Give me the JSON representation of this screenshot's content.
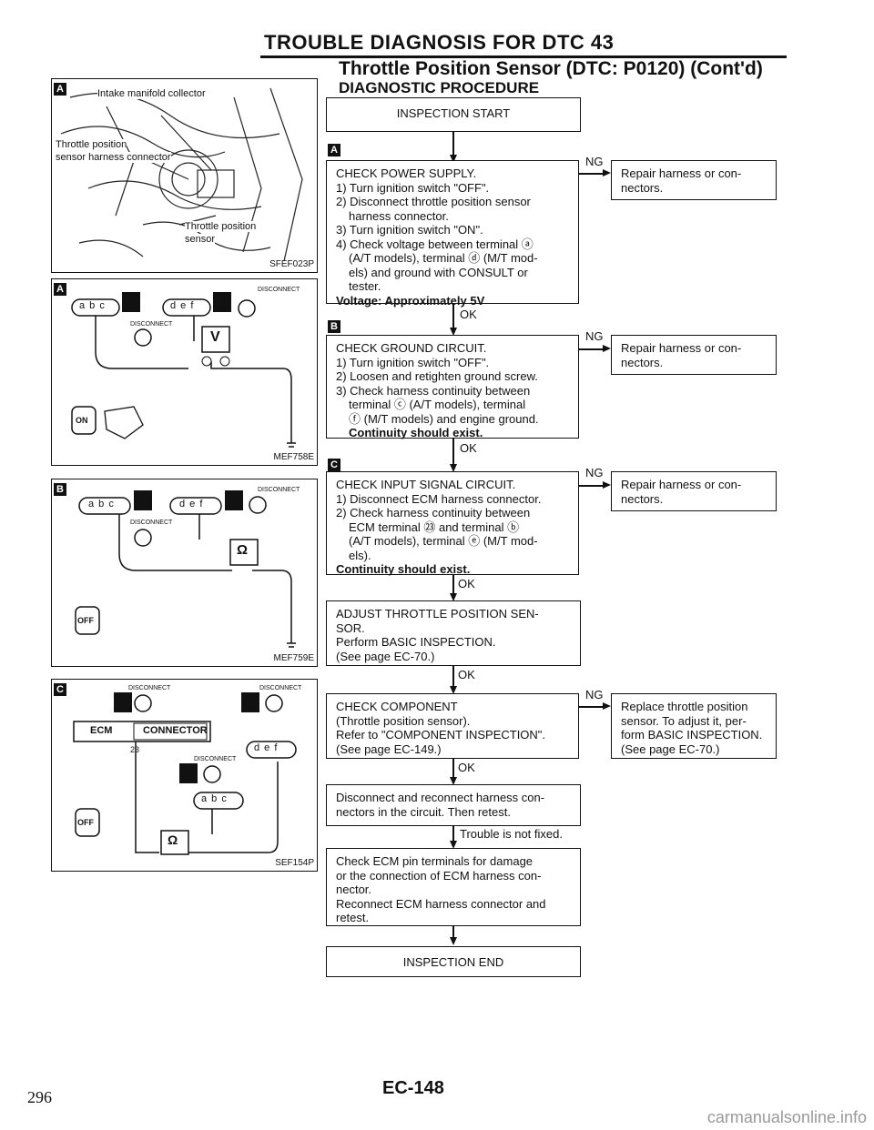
{
  "header": {
    "title": "TROUBLE DIAGNOSIS FOR DTC 43",
    "subtitle": "Throttle Position Sensor (DTC: P0120) (Cont'd)",
    "section": "DIAGNOSTIC PROCEDURE"
  },
  "figures": [
    {
      "marker": "A",
      "code": "SFEF023P",
      "labels": [
        "Intake manifold collector",
        "Throttle position",
        "sensor harness connector",
        "Throttle position",
        "sensor"
      ]
    },
    {
      "marker": "A",
      "code": "MEF758E",
      "labels": [
        "DISCONNECT",
        "DISCONNECT",
        "V"
      ],
      "connector_pins_left": "a b c",
      "connector_pins_right": "d e f",
      "switch": "ON"
    },
    {
      "marker": "B",
      "code": "MEF759E",
      "labels": [
        "DISCONNECT",
        "DISCONNECT",
        "Ω"
      ],
      "connector_pins_left": "a b c",
      "connector_pins_right": "d e f",
      "switch": "OFF"
    },
    {
      "marker": "C",
      "code": "SEF154P",
      "labels": [
        "DISCONNECT",
        "DISCONNECT",
        "DISCONNECT",
        "ECM",
        "CONNECTOR",
        "23",
        "Ω"
      ],
      "connector_pins_left": "a b c",
      "connector_pins_right": "d e f",
      "switch": "OFF"
    }
  ],
  "flow": {
    "start": "INSPECTION START",
    "step_a": {
      "marker": "A",
      "lines": [
        "CHECK POWER SUPPLY.",
        "1) Turn ignition switch \"OFF\".",
        "2) Disconnect throttle position sensor",
        "    harness connector.",
        "3) Turn ignition switch \"ON\".",
        "4) Check voltage between terminal ⓐ",
        "    (A/T models), terminal ⓓ (M/T mod-",
        "    els) and ground with CONSULT or",
        "    tester."
      ],
      "spec": "Voltage: Approximately 5V"
    },
    "step_b": {
      "marker": "B",
      "lines": [
        "CHECK GROUND CIRCUIT.",
        "1) Turn ignition switch \"OFF\".",
        "2) Loosen and retighten ground screw.",
        "3) Check harness continuity between",
        "    terminal ⓒ (A/T models), terminal",
        "    ⓕ (M/T models) and engine ground."
      ],
      "spec": "Continuity should exist."
    },
    "step_c": {
      "marker": "C",
      "lines": [
        "CHECK INPUT SIGNAL CIRCUIT.",
        "1) Disconnect ECM harness connector.",
        "2) Check harness continuity between",
        "    ECM terminal ㉓ and terminal ⓑ",
        "    (A/T models), terminal ⓔ (M/T mod-",
        "    els)."
      ],
      "spec": "Continuity should exist."
    },
    "step_adjust": {
      "lines": [
        "ADJUST THROTTLE POSITION SEN-",
        "SOR.",
        "Perform BASIC INSPECTION.",
        "(See page EC-70.)"
      ]
    },
    "step_component": {
      "lines": [
        "CHECK COMPONENT",
        "(Throttle position sensor).",
        "Refer to \"COMPONENT INSPECTION\".",
        "(See page EC-149.)"
      ]
    },
    "step_reconnect": {
      "lines": [
        "Disconnect and reconnect harness con-",
        "nectors in the circuit. Then retest."
      ]
    },
    "step_ecm": {
      "lines": [
        "Check ECM pin terminals for damage",
        "or the connection of ECM harness con-",
        "nector.",
        "Reconnect ECM harness connector and",
        "retest."
      ]
    },
    "end": "INSPECTION END",
    "ok": "OK",
    "ng": "NG",
    "not_fixed": "Trouble is not fixed.",
    "repair": [
      "Repair harness or con-",
      "nectors."
    ],
    "replace": [
      "Replace throttle position",
      "sensor. To adjust it, per-",
      "form BASIC INSPECTION.",
      "(See page EC-70.)"
    ]
  },
  "footer": {
    "code": "EC-148",
    "page": "296",
    "watermark": "carmanualsonline.info"
  }
}
